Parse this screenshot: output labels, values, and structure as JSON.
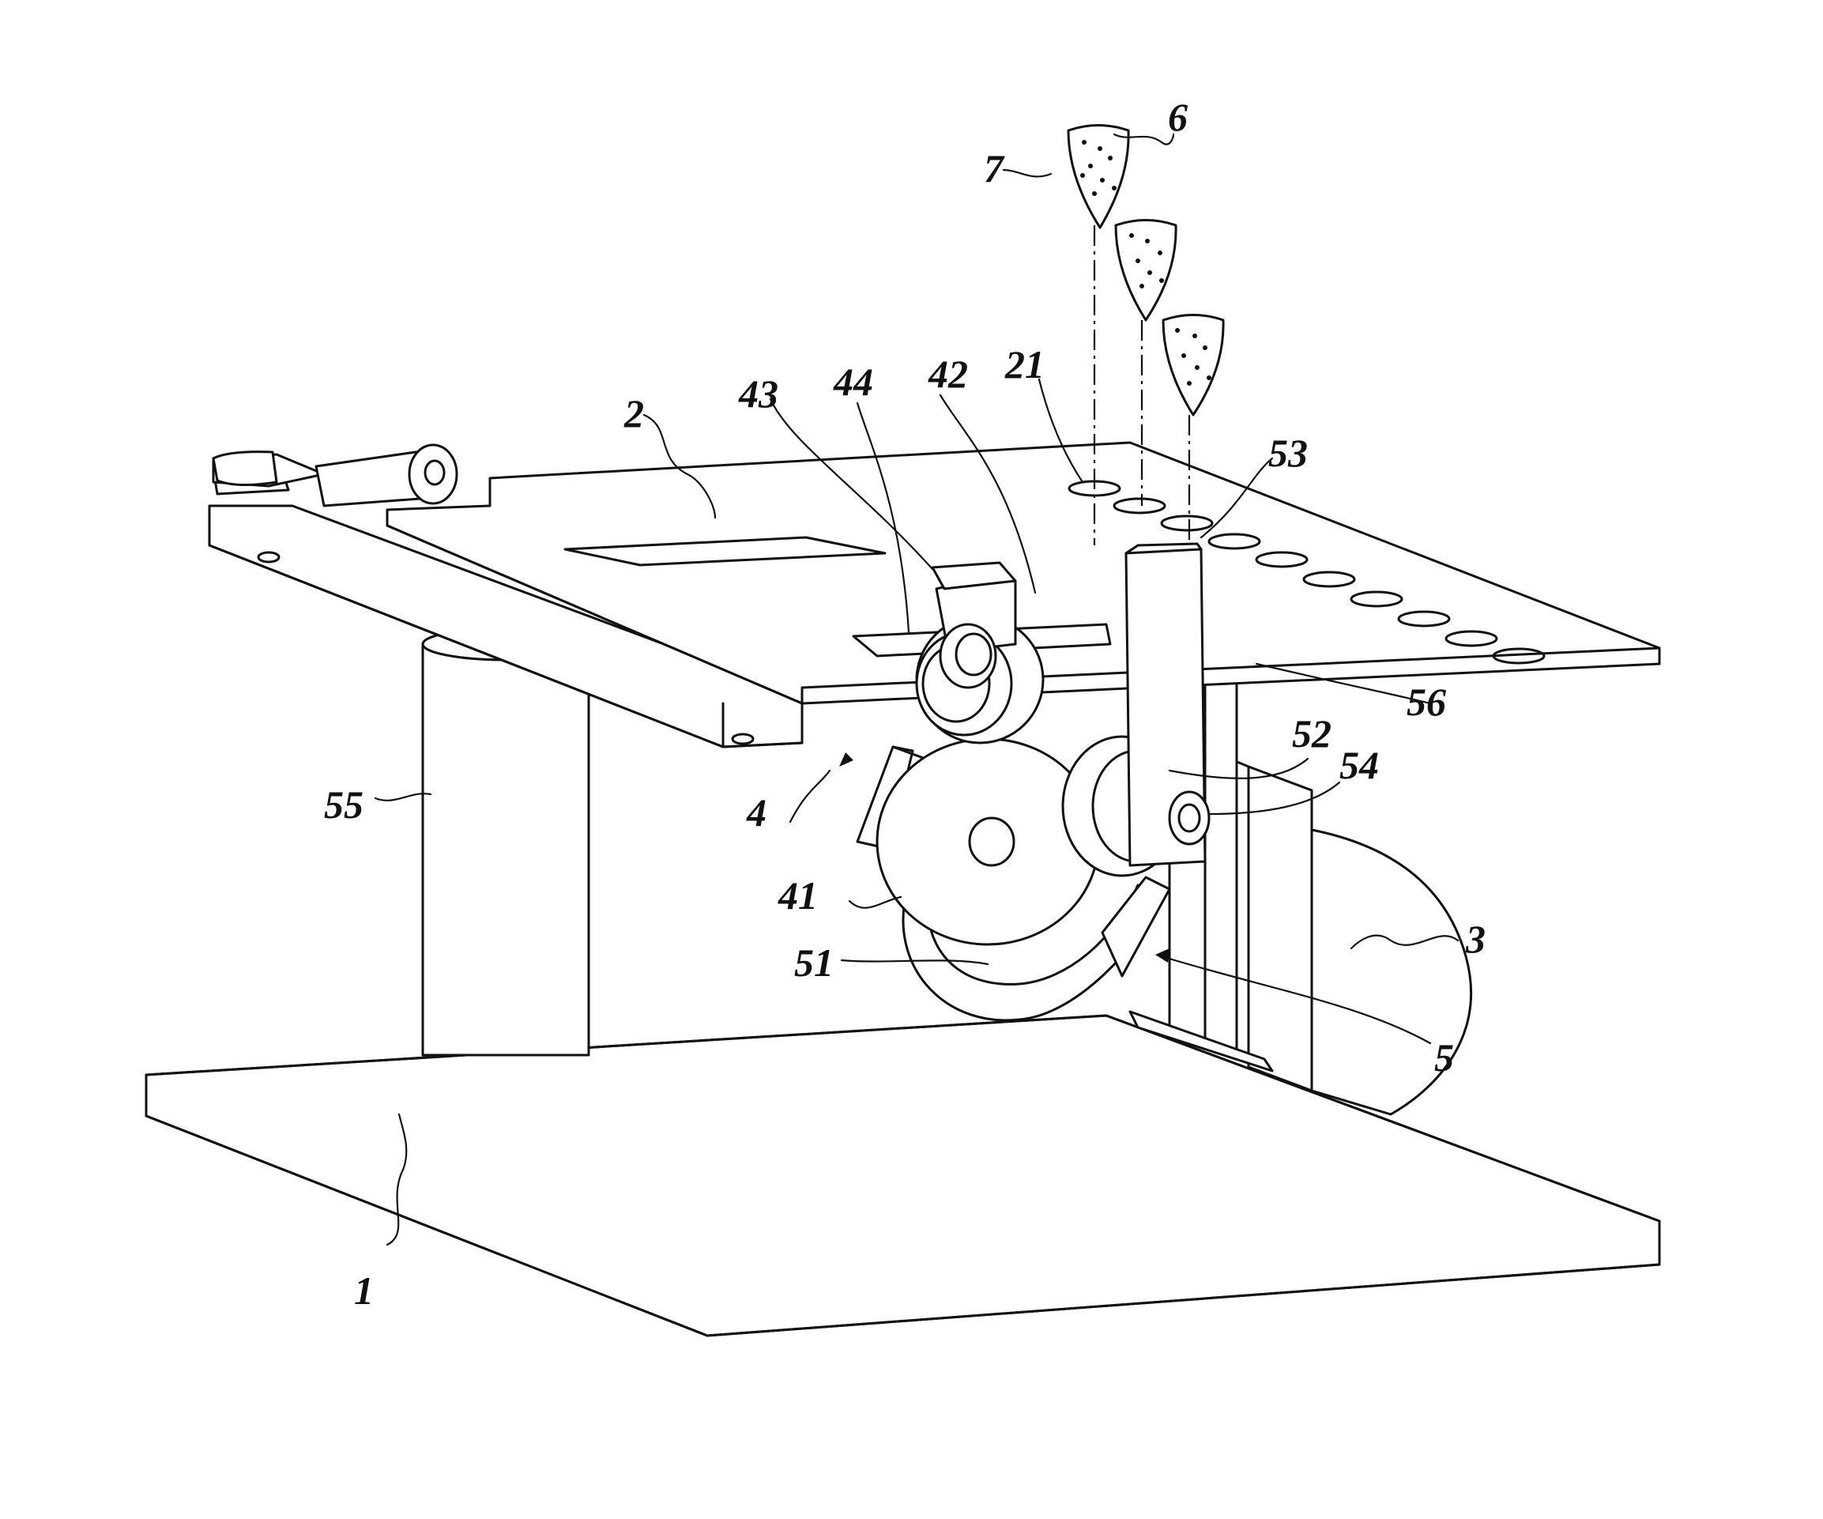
{
  "figure": {
    "labels": [
      {
        "id": "label-1",
        "text": "1"
      },
      {
        "id": "label-2",
        "text": "2"
      },
      {
        "id": "label-3",
        "text": "3"
      },
      {
        "id": "label-4",
        "text": "4"
      },
      {
        "id": "label-5",
        "text": "5"
      },
      {
        "id": "label-6",
        "text": "6"
      },
      {
        "id": "label-7",
        "text": "7"
      },
      {
        "id": "label-21",
        "text": "21"
      },
      {
        "id": "label-41",
        "text": "41"
      },
      {
        "id": "label-42",
        "text": "42"
      },
      {
        "id": "label-43",
        "text": "43"
      },
      {
        "id": "label-44",
        "text": "44"
      },
      {
        "id": "label-51",
        "text": "51"
      },
      {
        "id": "label-52",
        "text": "52"
      },
      {
        "id": "label-53",
        "text": "53"
      },
      {
        "id": "label-54",
        "text": "54"
      },
      {
        "id": "label-55",
        "text": "55"
      },
      {
        "id": "label-56",
        "text": "56"
      }
    ]
  }
}
